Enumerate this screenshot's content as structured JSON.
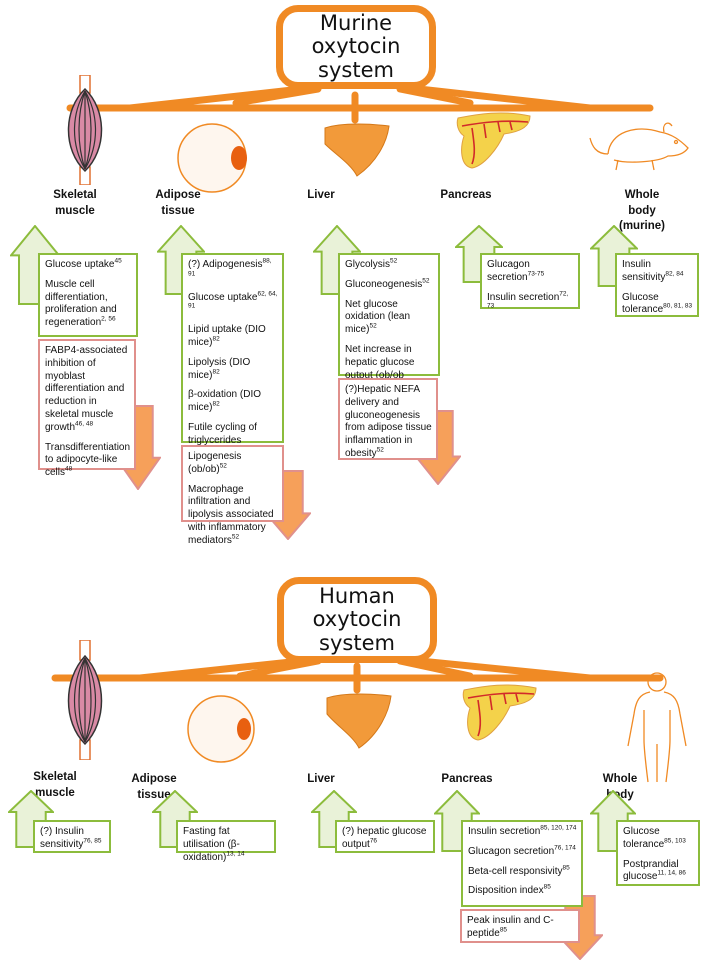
{
  "murine": {
    "title_line1": "Murine",
    "title_line2": "oxytocin system",
    "organs": {
      "skeletal": [
        "Skeletal",
        "muscle"
      ],
      "adipose": [
        "Adipose",
        "tissue"
      ],
      "liver": [
        "Liver"
      ],
      "pancreas": [
        "Pancreas"
      ],
      "whole": [
        "Whole",
        "body",
        "(murine)"
      ]
    },
    "skeletal_up": [
      {
        "text": "Glucose uptake",
        "sup": "45"
      },
      {
        "text": "Muscle cell differentiation, proliferation and regeneration",
        "sup": "2, 56"
      }
    ],
    "skeletal_down": [
      {
        "text": "FABP4-associated inhibition of myoblast differentiation and reduction in skeletal muscle growth",
        "sup": "46, 48"
      },
      {
        "text": "Transdifferentiation to adipocyte-like cells",
        "sup": "48"
      }
    ],
    "adipose_up": [
      {
        "text": "(?) Adipogenesis",
        "sup": "88, 91"
      },
      {
        "text": "Glucose uptake",
        "sup": "62, 64, 91"
      },
      {
        "text": "Lipid uptake (DIO mice)",
        "sup": "82"
      },
      {
        "text": "Lipolysis (DIO mice)",
        "sup": "82"
      },
      {
        "text": "β-oxidation (DIO mice)",
        "sup": "82"
      },
      {
        "text": "Futile cycling of triglycerides (ob/ob)",
        "sup": "52"
      }
    ],
    "adipose_down": [
      {
        "text": "Lipogenesis (ob/ob)",
        "sup": "52"
      },
      {
        "text": "Macrophage infiltration and lipolysis associated with inflammatory mediators",
        "sup": "52"
      }
    ],
    "liver_up": [
      {
        "text": "Glycolysis",
        "sup": "52"
      },
      {
        "text": "Gluconeogenesis",
        "sup": "52"
      },
      {
        "text": "Net glucose oxidation (lean mice)",
        "sup": "52"
      },
      {
        "text": "Net increase in hepatic glucose output (ob/ob mice)",
        "sup": "52"
      }
    ],
    "liver_down": [
      {
        "text": "(?)Hepatic NEFA delivery and gluconeogenesis from adipose tissue inflammation in obesity",
        "sup": "52"
      }
    ],
    "pancreas_up": [
      {
        "text": "Glucagon secretion",
        "sup": "73-75"
      },
      {
        "text": "Insulin secretion",
        "sup": "72, 73"
      }
    ],
    "whole_up": [
      {
        "text": "Insulin sensitivity",
        "sup": "82, 84"
      },
      {
        "text": "Glucose tolerance",
        "sup": "80, 81, 83"
      }
    ]
  },
  "human": {
    "title_line1": "Human oxytocin",
    "title_line2": "system",
    "organs": {
      "skeletal": [
        "Skeletal",
        "muscle"
      ],
      "adipose": [
        "Adipose",
        "tissue"
      ],
      "liver": [
        "Liver"
      ],
      "pancreas": [
        "Pancreas"
      ],
      "whole": [
        "Whole",
        "body"
      ]
    },
    "skeletal_up": [
      {
        "text": "(?) Insulin sensitivity",
        "sup": "76, 85"
      }
    ],
    "adipose_up": [
      {
        "text": "Fasting fat utilisation (β-oxidation)",
        "sup": "13, 14"
      }
    ],
    "liver_up": [
      {
        "text": "(?) hepatic glucose output",
        "sup": "76"
      }
    ],
    "pancreas_up": [
      {
        "text": "Insulin secretion",
        "sup": "85, 120, 174"
      },
      {
        "text": "Glucagon secretion",
        "sup": "76, 174"
      },
      {
        "text": "Beta-cell responsivity",
        "sup": "85"
      },
      {
        "text": "Disposition index",
        "sup": "85"
      }
    ],
    "pancreas_down": [
      {
        "text": "Peak insulin and C-peptide",
        "sup": "85"
      }
    ],
    "whole_up": [
      {
        "text": "Glucose tolerance",
        "sup": "85, 103"
      },
      {
        "text": "Postprandial glucose",
        "sup": "11, 14, 86"
      }
    ]
  },
  "colors": {
    "hub_orange": "#f08a24",
    "increase_green": "#8cbc3c",
    "decrease_red": "#e0908c",
    "up_arrow_fill": "#e9f2d8",
    "down_arrow_fill": "#f6a05a",
    "muscle_pink": "#d98aa5",
    "liver_orange": "#f29a3a",
    "pancreas_yellow": "#f4d24a",
    "vessel_red": "#d22a2a"
  },
  "icons": [
    "muscle-icon",
    "fat-cell-icon",
    "liver-icon",
    "pancreas-icon",
    "mouse-icon",
    "human-icon",
    "increase-arrow-icon",
    "decrease-arrow-icon"
  ]
}
